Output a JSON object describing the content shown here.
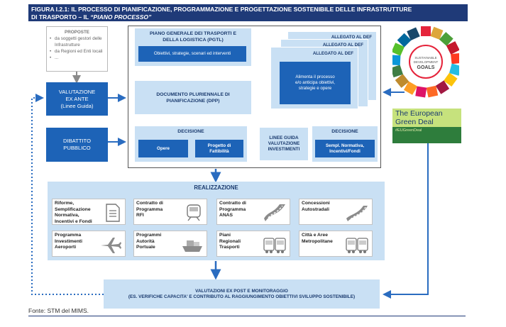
{
  "figure": {
    "title_line1": "FIGURA I.2.1: IL PROCESSO DI PIANIFICAZIONE, PROGRAMMAZIONE E PROGETTAZIONE SOSTENIBILE DELLE INFRASTRUTTURE",
    "title_line2_prefix": "DI TRASPORTO – IL ",
    "title_line2_italic": "“PIANO PROCESSO”"
  },
  "proposte": {
    "title": "PROPOSTE",
    "items": [
      "da soggetti gestori delle Infrastrutture",
      "da Regioni ed Enti locali",
      "..."
    ]
  },
  "left": {
    "valutazione_line1": "VALUTAZIONE",
    "valutazione_line2": "EX ANTE",
    "valutazione_line3": "(Linee Guida)",
    "dibattito_line1": "DIBATTITO",
    "dibattito_line2": "PUBBLICO"
  },
  "pgtl": {
    "title_line1": "PIANO GENERALE DEI TRASPORTI E",
    "title_line2": "DELLA LOGISTICA (PGTL)",
    "sub": "Obiettivi, strategie, scenari ed interventi"
  },
  "allegato": {
    "label": "ALLEGATO AL DEF",
    "desc_line1": "Alimenta il processo",
    "desc_line2": "e/o anticipa obiettivi,",
    "desc_line3": "strategie e opere"
  },
  "dpp": {
    "line1": "DOCUMENTO PLURIENNALE DI",
    "line2": "PIANIFICAZIONE (DPP)"
  },
  "decisione_left": {
    "title": "DECISIONE",
    "opere": "Opere",
    "progetto_line1": "Progetto di",
    "progetto_line2": "Fattibilità"
  },
  "linee_guida": {
    "line1": "LINEE GUIDA",
    "line2": "VALUTAZIONE",
    "line3": "INVESTIMENTI"
  },
  "decisione_right": {
    "title": "DECISIONE",
    "sub_line1": "Sempl. Normativa,",
    "sub_line2": "Incentivi/Fondi"
  },
  "sdg": {
    "line1": "SUSTAINABLE",
    "line2": "DEVELOPMENT",
    "line3": "GOALS"
  },
  "green_deal": {
    "line1": "The European",
    "line2": "Green Deal",
    "tag": "#EUGreenDeal"
  },
  "realizzazione": {
    "title": "REALIZZAZIONE",
    "cells": [
      {
        "lines": [
          "Riforme,",
          "Semplificazione",
          "Normativa,",
          "Incentivi e Fondi"
        ],
        "icon": "document-icon"
      },
      {
        "lines": [
          "Contratto di",
          "Programma",
          "RFI"
        ],
        "icon": "train-icon"
      },
      {
        "lines": [
          "Contratto di",
          "Programma",
          "ANAS"
        ],
        "icon": "road-icon"
      },
      {
        "lines": [
          "Concessioni",
          "Autostradali"
        ],
        "icon": "highway-icon"
      },
      {
        "lines": [
          "Programma",
          "Investimenti",
          "Aeroporti"
        ],
        "icon": "airplane-icon"
      },
      {
        "lines": [
          "Programmi",
          "Autorità",
          "Portuale"
        ],
        "icon": "ship-icon"
      },
      {
        "lines": [
          "Piani",
          "Regionali",
          "Trasporti"
        ],
        "icon": "bus-icon"
      },
      {
        "lines": [
          "Città e Aree",
          "Metropolitane"
        ],
        "icon": "bus-icon"
      }
    ]
  },
  "expost": {
    "line1": "VALUTAZIONI EX POST E MONITORAGGIO",
    "line2": "(ES. VERIFICHE CAPACITA' E CONTRIBUTO AL RAGGIUNGIMENTO OBIETTIVI SVILUPPO SOSTENIBILE)"
  },
  "source": "Fonte: STM del MIMS.",
  "colors": {
    "navy": "#1f3a78",
    "dark_blue": "#1d63b7",
    "light_blue": "#c9e0f4",
    "arrow_blue": "#2a6cc0",
    "arrow_gray": "#8a8a8a"
  }
}
